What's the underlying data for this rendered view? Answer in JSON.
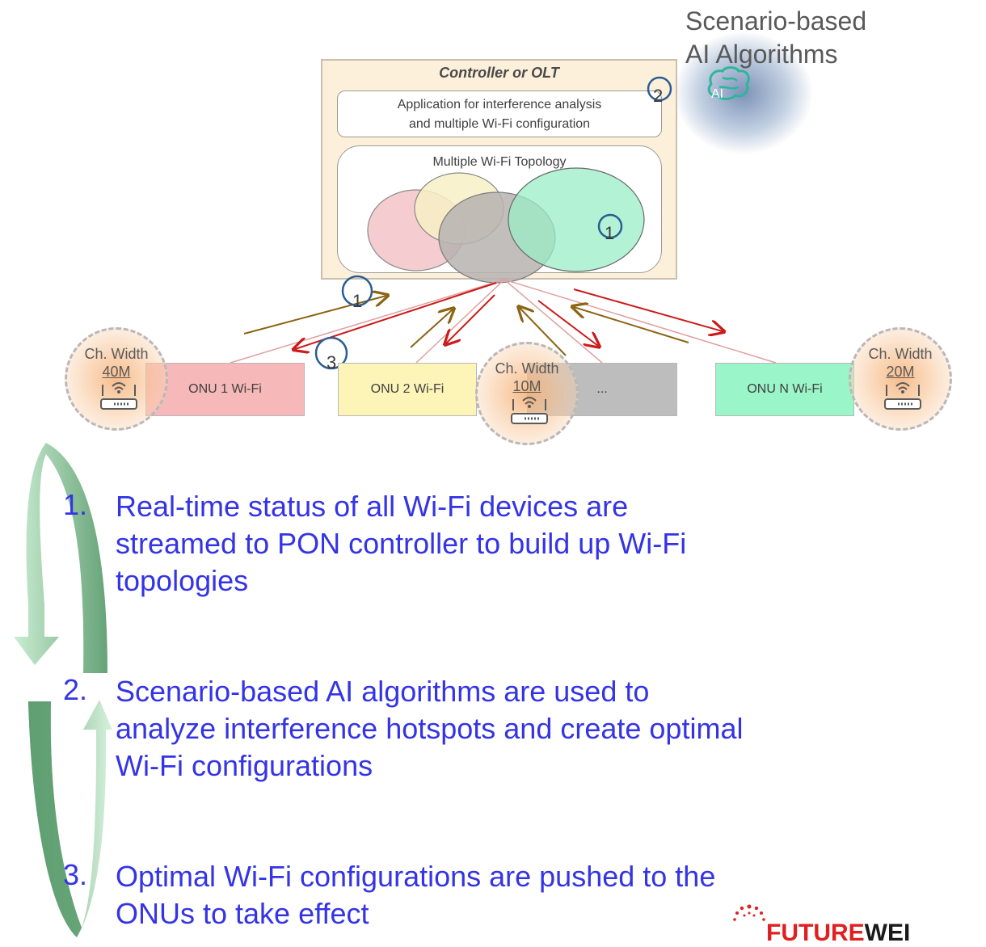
{
  "ai_label": [
    "Scenario-based",
    "AI Algorithms"
  ],
  "ai_icon_text": "AI",
  "controller": {
    "title": "Controller or OLT",
    "app_lines": [
      "Application for interference analysis",
      "and multiple Wi-Fi configuration"
    ],
    "topology_title": "Multiple Wi-Fi Topology"
  },
  "markers": {
    "one": "1",
    "two": "2",
    "three": "3"
  },
  "onus": [
    {
      "label": "ONU 1 Wi-Fi",
      "color": "#f6b8b8"
    },
    {
      "label": "ONU 2 Wi-Fi",
      "color": "#fdf4b8"
    },
    {
      "label": "...",
      "color": "#bdbdbd"
    },
    {
      "label": "ONU N Wi-Fi",
      "color": "#9af5c8"
    }
  ],
  "channel_badges": [
    {
      "label": "Ch. Width",
      "value": "40M"
    },
    {
      "label": "Ch. Width",
      "value": "10M"
    },
    {
      "label": "Ch. Width",
      "value": "20M"
    }
  ],
  "steps": [
    {
      "num": "1.",
      "lines": [
        "Real-time status of all Wi-Fi devices are",
        "streamed to PON controller to build up Wi-Fi",
        "topologies"
      ]
    },
    {
      "num": "2.",
      "lines": [
        "Scenario-based AI algorithms are used to",
        "analyze interference hotspots and create optimal",
        "Wi-Fi configurations"
      ]
    },
    {
      "num": "3.",
      "lines": [
        "Optimal Wi-Fi configurations are pushed to the",
        "ONUs to take effect"
      ]
    }
  ],
  "logo": {
    "part1": "FUTURE",
    "part2": "WEI"
  },
  "colors": {
    "step_text": "#3434e6",
    "cycle_arrow_dark": "#6aa57a",
    "cycle_arrow_light": "#c8ecd0",
    "up_arrow": "#8b6414",
    "down_arrow": "#cc1a1a"
  }
}
